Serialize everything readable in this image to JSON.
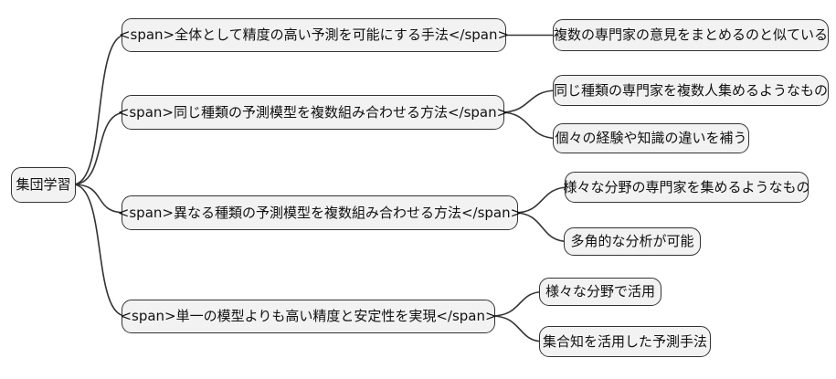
{
  "diagram": {
    "type": "mindmap",
    "colors": {
      "node_fill": "#f2f2f2",
      "node_border": "#333333",
      "edge": "#333333",
      "text": "#111111",
      "background": "#ffffff"
    },
    "root": {
      "label": "集団学習"
    },
    "branches": [
      {
        "label": "<span>全体として精度の高い予測を可能にする手法</span>",
        "children": [
          {
            "label": "複数の専門家の意見をまとめるのと似ている"
          }
        ]
      },
      {
        "label": "<span>同じ種類の予測模型を複数組み合わせる方法</span>",
        "children": [
          {
            "label": "同じ種類の専門家を複数人集めるようなもの"
          },
          {
            "label": "個々の経験や知識の違いを補う"
          }
        ]
      },
      {
        "label": "<span>異なる種類の予測模型を複数組み合わせる方法</span>",
        "children": [
          {
            "label": "様々な分野の専門家を集めるようなもの"
          },
          {
            "label": "多角的な分析が可能"
          }
        ]
      },
      {
        "label": "<span>単一の模型よりも高い精度と安定性を実現</span>",
        "children": [
          {
            "label": "様々な分野で活用"
          },
          {
            "label": "集合知を活用した予測手法"
          }
        ]
      }
    ]
  }
}
